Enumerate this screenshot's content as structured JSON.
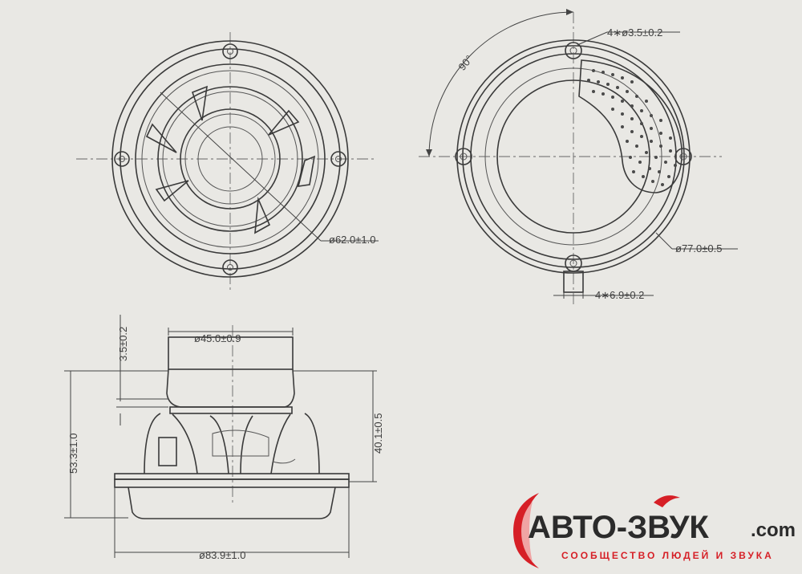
{
  "dimensions": {
    "front_diameter": "ø62.0±1.0",
    "mount_holes": "4∗ø3.5±0.2",
    "back_diameter": "ø77.0±0.5",
    "tab_width": "4∗6.9±0.2",
    "angle": "90°",
    "magnet_diameter": "ø45.0±0.9",
    "magnet_offset": "3.5±0.2",
    "total_height": "53.3±1.0",
    "basket_height": "40.1±0.5",
    "frame_diameter": "ø83.9±1.0"
  },
  "logo": {
    "name": "АВТО-ЗВУК",
    "domain": ".com",
    "tagline": "СООБЩЕСТВО ЛЮДЕЙ И ЗВУКА",
    "color_red": "#d61f26",
    "color_dark": "#2b2b2b"
  }
}
